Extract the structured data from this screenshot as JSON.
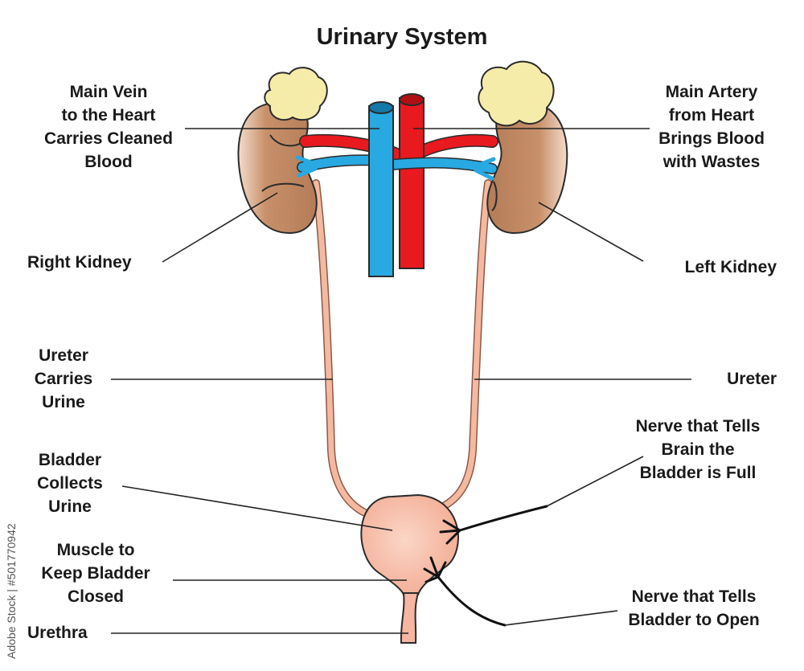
{
  "title": "Urinary System",
  "labels": {
    "main_vein": "Main Vein\nto the Heart\nCarries Cleaned\nBlood",
    "main_artery": "Main Artery\nfrom Heart\nBrings Blood\nwith Wastes",
    "right_kidney": "Right Kidney",
    "left_kidney": "Left Kidney",
    "ureter_left_side": "Ureter\nCarries\nUrine",
    "ureter_right_side": "Ureter",
    "bladder": "Bladder\nCollects\nUrine",
    "nerve_full": "Nerve that Tells\nBrain the\nBladder is Full",
    "muscle": "Muscle to\nKeep Bladder\nClosed",
    "nerve_open": "Nerve that Tells\nBladder to Open",
    "urethra": "Urethra"
  },
  "watermark": "Adobe Stock | #501770942",
  "colors": {
    "vein": "#29a9e1",
    "artery": "#e8191f",
    "kidney": "#c8906a",
    "adrenal": "#f6ecaa",
    "ureter": "#f4b9a0",
    "bladder": "#f6b6a2",
    "nerve": "#111111"
  }
}
